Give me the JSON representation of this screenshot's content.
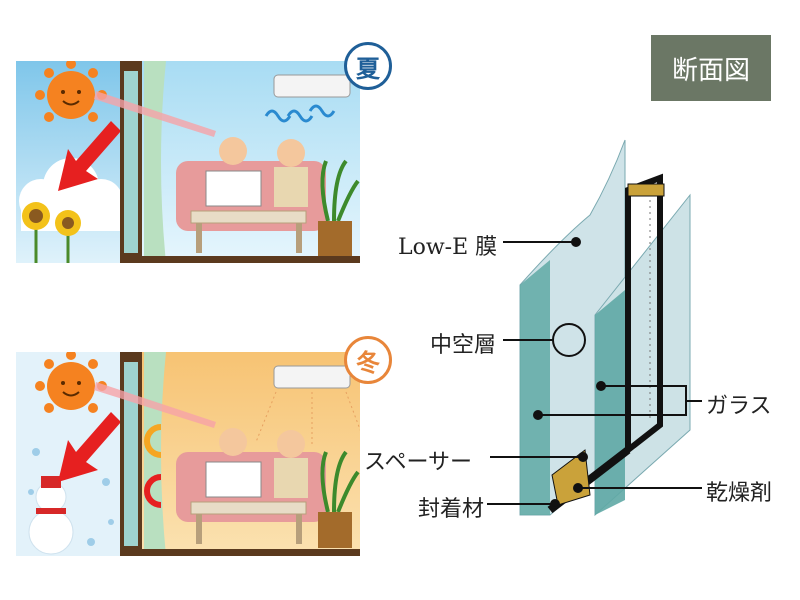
{
  "title_tag": "断面図",
  "seasons": {
    "summer": "夏",
    "winter": "冬"
  },
  "labels": {
    "low_e": "Low-E 膜",
    "hollow": "中空層",
    "spacer": "スペーサー",
    "sealant": "封着材",
    "glass": "ガラス",
    "desiccant": "乾燥剤"
  },
  "colors": {
    "summer_sky": "#bfe6f5",
    "winter_bg": "#f4b04a",
    "badge_summer": "#1f5f98",
    "badge_winter": "#e8863a",
    "heat_arrow": "#e62020",
    "glass": "#6fb9b3",
    "section_tag": "#6b7765"
  }
}
